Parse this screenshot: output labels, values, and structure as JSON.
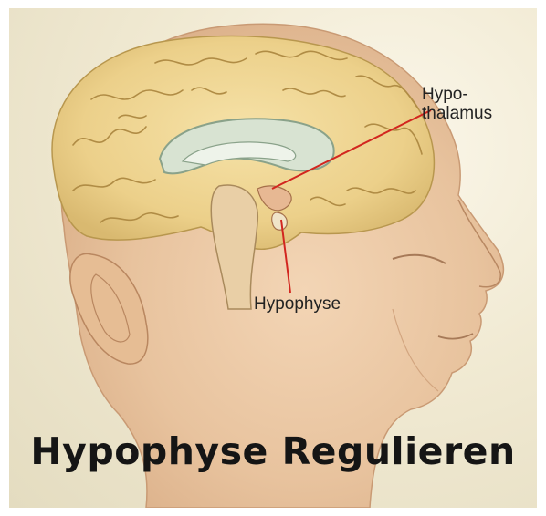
{
  "labels": {
    "hypothalamus_line1": "Hypo-",
    "hypothalamus_line2": "thalamus",
    "hypophyse": "Hypophyse"
  },
  "caption": "Hypophyse Regulieren",
  "colors": {
    "leader_line": "#d2261f",
    "brain": "#efd48a",
    "skin": "#ecc7a1",
    "text": "#151515"
  }
}
